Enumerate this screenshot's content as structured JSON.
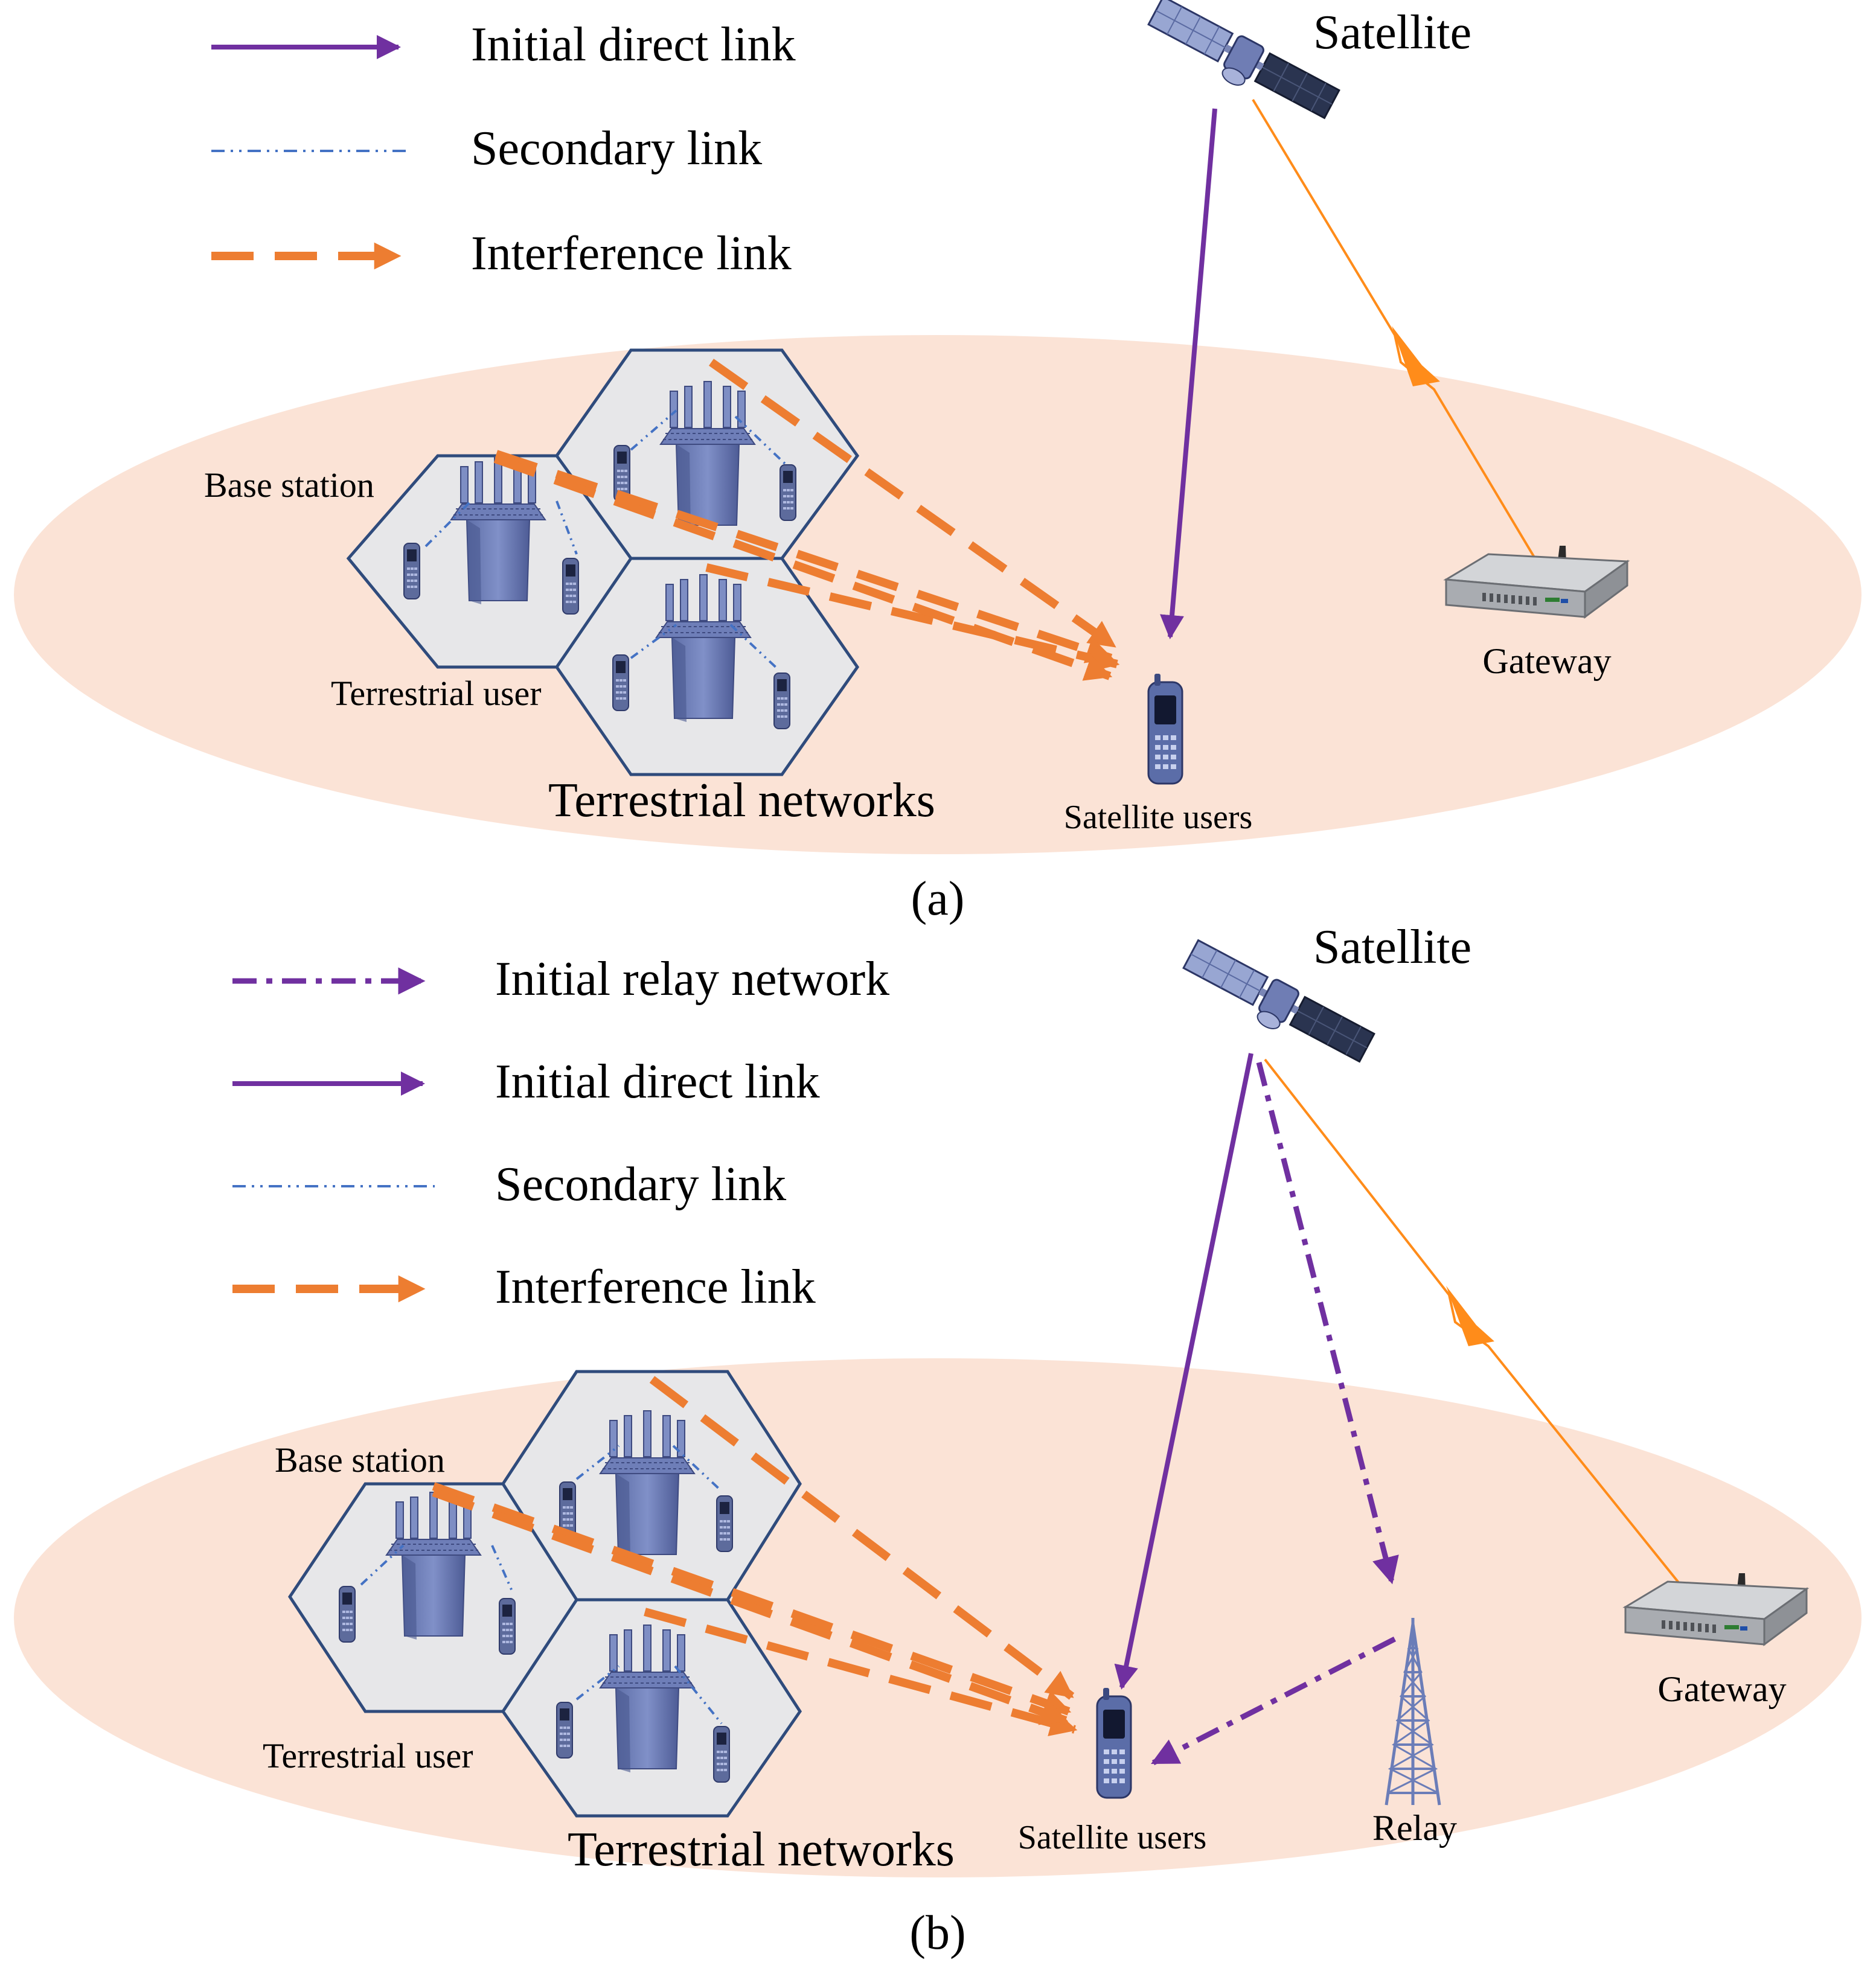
{
  "colors": {
    "direct": "#7030A0",
    "secondary": "#4472C4",
    "interference": "#ED7D31",
    "feeder": "#FF8C1A",
    "ellipse": "#FBE3D6",
    "hex_fill": "#E7E7E9",
    "hex_stroke": "#2F4B7C"
  },
  "panels": {
    "a": {
      "caption": "(a)",
      "legend": [
        "Initial direct link",
        "Secondary link",
        "Interference link"
      ],
      "satellite": "Satellite",
      "gateway": "Gateway",
      "base_station": "Base station",
      "terrestrial_user": "Terrestrial user",
      "networks": "Terrestrial networks",
      "satellite_users": "Satellite users"
    },
    "b": {
      "caption": "(b)",
      "legend": [
        "Initial relay network",
        "Initial direct link",
        "Secondary link",
        "Interference link"
      ],
      "satellite": "Satellite",
      "gateway": "Gateway",
      "base_station": "Base station",
      "terrestrial_user": "Terrestrial user",
      "networks": "Terrestrial networks",
      "satellite_users": "Satellite users",
      "relay": "Relay"
    }
  }
}
